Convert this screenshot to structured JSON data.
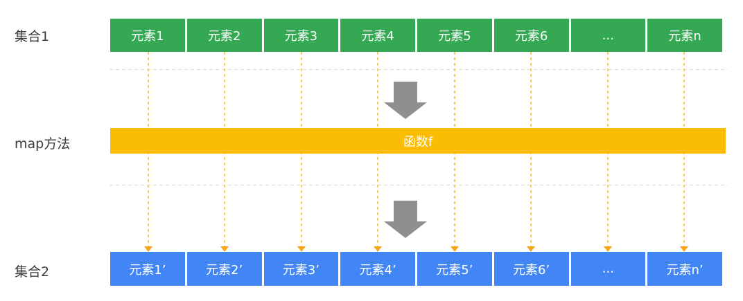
{
  "labels": {
    "set1": "集合1",
    "map": "map方法",
    "set2": "集合2"
  },
  "set1": {
    "cells": [
      "元素1",
      "元素2",
      "元素3",
      "元素4",
      "元素5",
      "元素6",
      "...",
      "元素n"
    ]
  },
  "map_bar": {
    "text": "函数f"
  },
  "set2": {
    "cells": [
      "元素1’",
      "元素2’",
      "元素3’",
      "元素4’",
      "元素5’",
      "元素6’",
      "...",
      "元素n’"
    ]
  },
  "colors": {
    "set1_green": "#34a853",
    "map_yellow": "#fbbc04",
    "set2_blue": "#4285f4",
    "block_arrow_gray": "#8f8f8f",
    "connector_line_orange": "#facb5f",
    "connector_arrowhead_orange": "#f9a61c",
    "separator_gray": "#d8d8d8",
    "cell_text": "#ffffff",
    "label_text": "#3a3a3a"
  }
}
